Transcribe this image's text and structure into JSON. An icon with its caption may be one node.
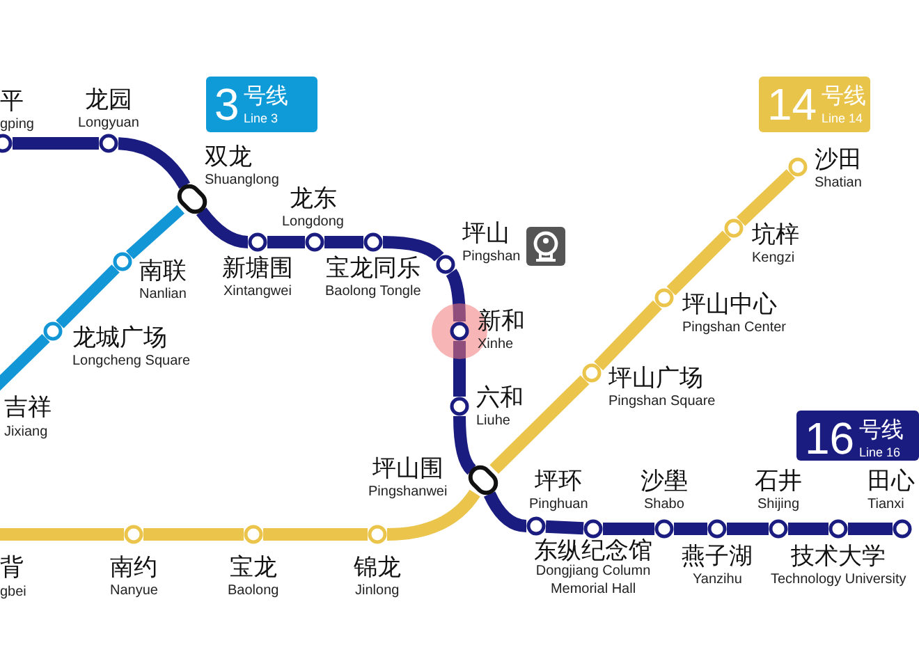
{
  "diagram": {
    "nodes": [
      {
        "text": [
          "3",
          "号线",
          "Line 3"
        ]
      },
      {
        "text": [
          "14",
          "号线",
          "Line 14"
        ]
      },
      {
        "text": [],
        "shape": "circle",
        "beside": [
          "平",
          "gping"
        ]
      },
      {
        "text": [],
        "shape": "circle",
        "beside": [
          "龙园",
          "Longyuan"
        ]
      },
      {
        "text": [],
        "shape": "oval",
        "beside": [
          "双龙",
          "Shuanglong"
        ]
      },
      {
        "text": [],
        "shape": "circle",
        "beside": [
          "龙东",
          "Longdong"
        ]
      },
      {
        "text": [],
        "shape": "circle",
        "beside": [
          "沙田",
          "Shatian"
        ]
      },
      {
        "text": [],
        "shape": "circle",
        "beside": [
          "南联",
          "Nanlian"
        ]
      },
      {
        "text": [],
        "shape": "circle",
        "beside": [
          "新塘围",
          "Xintangwei"
        ]
      },
      {
        "text": [],
        "shape": "circle",
        "beside": [
          "宝龙同乐",
          "Baolong Tongle"
        ]
      },
      {
        "text": [],
        "shape": "circle",
        "beside": [
          "坪山",
          "Pingshan"
        ]
      },
      {
        "text": [],
        "shape": "circle",
        "beside": [
          "坑梓",
          "Kengzi"
        ]
      },
      {
        "text": [],
        "shape": "circle",
        "beside": [
          "坪山中心",
          "Pingshan Center"
        ]
      },
      {
        "text": [],
        "shape": "circle",
        "beside": [
          "龙城广场",
          "Longcheng Square"
        ]
      },
      {
        "text": [],
        "shape": "circle",
        "beside": [
          "新和",
          "Xinhe"
        ]
      },
      {
        "text": [],
        "shape": "circle",
        "beside": [
          "坪山广场",
          "Pingshan Square"
        ]
      },
      {
        "text": [],
        "shape": "circle",
        "beside": [
          "六和",
          "Liuhe"
        ]
      },
      {
        "text": [
          "16",
          "号线",
          "Line 16"
        ]
      },
      {
        "text": [],
        "shape": "oval",
        "beside": [
          "坪山围",
          "Pingshanwei"
        ]
      },
      {
        "text": [],
        "shape": "circle",
        "beside": [
          "坪环",
          "Pinghuan"
        ]
      },
      {
        "text": [],
        "shape": "circle",
        "beside": [
          "沙壆",
          "Shabo"
        ]
      },
      {
        "text": [],
        "shape": "circle",
        "beside": [
          "石井",
          "Shijing"
        ]
      },
      {
        "text": [],
        "shape": "circle",
        "beside": [
          "田心",
          "Tianxi"
        ]
      },
      {
        "text": [],
        "shape": "circle",
        "beside": [
          "南约",
          "Nanyue"
        ]
      },
      {
        "text": [],
        "shape": "circle",
        "beside": [
          "宝龙",
          "Baolong"
        ]
      },
      {
        "text": [],
        "shape": "circle",
        "beside": [
          "锦龙",
          "Jinlong"
        ]
      },
      {
        "text": [],
        "shape": "circle",
        "beside": [
          "东纵纪念馆",
          "Dongjiang Column Memorial Hall"
        ]
      },
      {
        "text": [],
        "shape": "circle",
        "beside": [
          "燕子湖",
          "Yanzihu"
        ]
      },
      {
        "text": [],
        "shape": "circle",
        "beside": [
          "技术大学",
          "Technology University"
        ]
      }
    ],
    "edges": [
      {
        "from": 2,
        "to": 3,
        "arrow": "none"
      },
      {
        "from": 3,
        "to": 4,
        "arrow": "none"
      },
      {
        "from": 4,
        "to": 8,
        "arrow": "none"
      },
      {
        "from": 8,
        "to": 5,
        "arrow": "none"
      },
      {
        "from": 5,
        "to": 9,
        "arrow": "none"
      },
      {
        "from": 9,
        "to": 10,
        "arrow": "none"
      },
      {
        "from": 10,
        "to": 14,
        "arrow": "none"
      },
      {
        "from": 14,
        "to": 16,
        "arrow": "none"
      },
      {
        "from": 16,
        "to": 18,
        "arrow": "none"
      },
      {
        "from": 18,
        "to": 19,
        "arrow": "none"
      },
      {
        "from": 19,
        "to": 26,
        "arrow": "none"
      },
      {
        "from": 26,
        "to": 20,
        "arrow": "none"
      },
      {
        "from": 20,
        "to": 27,
        "arrow": "none"
      },
      {
        "from": 27,
        "to": 21,
        "arrow": "none"
      },
      {
        "from": 21,
        "to": 28,
        "arrow": "none"
      },
      {
        "from": 28,
        "to": 22,
        "arrow": "none"
      },
      {
        "from": 4,
        "to": 7,
        "arrow": "none",
        "color": "#1296d6"
      },
      {
        "from": 7,
        "to": 13,
        "arrow": "none",
        "color": "#1296d6"
      },
      {
        "from": 13,
        "to": null,
        "arrow": "none",
        "color": "#1296d6"
      },
      {
        "from": null,
        "to": 23,
        "arrow": "none",
        "color": "#ebc54b"
      },
      {
        "from": 23,
        "to": 24,
        "arrow": "none",
        "color": "#ebc54b"
      },
      {
        "from": 24,
        "to": 25,
        "arrow": "none",
        "color": "#ebc54b"
      },
      {
        "from": 25,
        "to": 18,
        "arrow": "none",
        "color": "#ebc54b"
      },
      {
        "from": 18,
        "to": 15,
        "arrow": "none",
        "color": "#ebc54b"
      },
      {
        "from": 15,
        "to": 12,
        "arrow": "none",
        "color": "#ebc54b"
      },
      {
        "from": 12,
        "to": 11,
        "arrow": "none",
        "color": "#ebc54b"
      },
      {
        "from": 11,
        "to": 6,
        "arrow": "none",
        "color": "#ebc54b"
      }
    ],
    "labels": [
      "吉祥",
      "Jixiang",
      "背",
      "gbei"
    ]
  }
}
